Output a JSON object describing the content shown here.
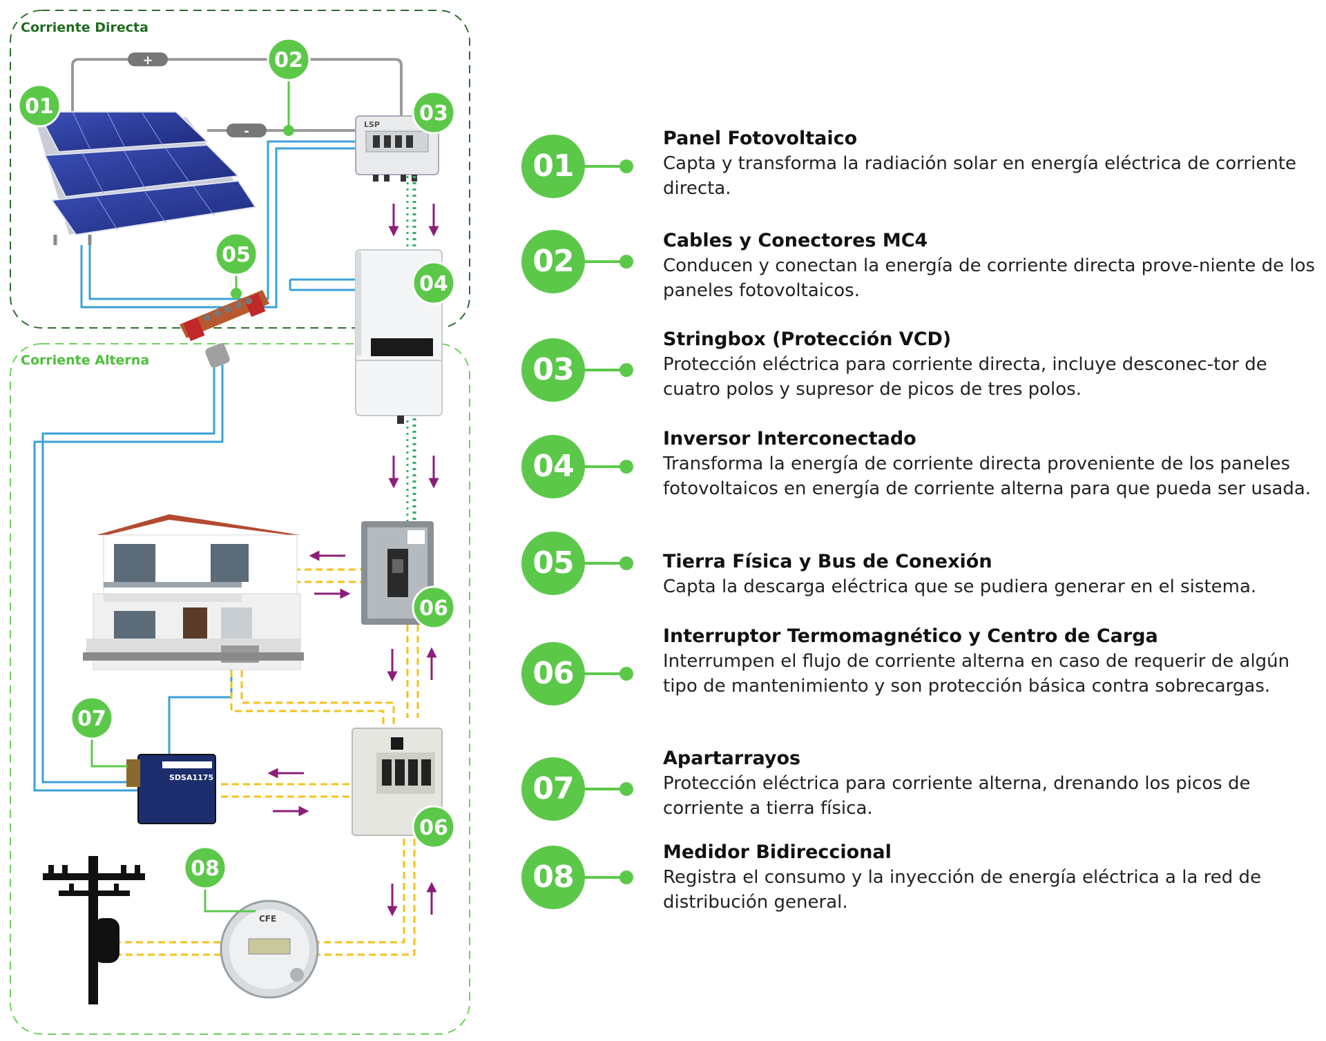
{
  "zones": {
    "dc_label": "Corriente Directa",
    "ac_label": "Corriente Alterna"
  },
  "diagram": {
    "plus_sign": "+",
    "minus_sign": "-",
    "stringbox_brand": "LSP",
    "surge_model": "SDSA1175",
    "meter_brand": "CFE",
    "badges": [
      "01",
      "02",
      "03",
      "04",
      "05",
      "06",
      "07",
      "06",
      "08"
    ]
  },
  "colors": {
    "accent_green": "#5cc84a",
    "dc_border": "#2f6b2f",
    "ac_border": "#6fcf5f",
    "cable_blue": "#3aa0d8",
    "ac_yellow": "#f2c21a",
    "dc_green_dots": "#2fae6a",
    "arrow_purple": "#8b1e7a",
    "wire_gray": "#9a9a9a"
  },
  "items": [
    {
      "num": "01",
      "title": "Panel Fotovoltaico",
      "desc": "Capta y transforma la radiación solar en energía eléctrica de corriente directa."
    },
    {
      "num": "02",
      "title": "Cables y Conectores MC4",
      "desc": "Conducen y conectan la energía de corriente directa prove-niente de los paneles fotovoltaicos."
    },
    {
      "num": "03",
      "title": "Stringbox (Protección VCD)",
      "desc": "Protección eléctrica para corriente directa, incluye desconec-tor de cuatro polos y supresor de picos de tres polos."
    },
    {
      "num": "04",
      "title": "Inversor Interconectado",
      "desc": "Transforma la energía de corriente directa proveniente de los paneles fotovoltaicos en energía de corriente alterna para que pueda ser usada."
    },
    {
      "num": "05",
      "title": "Tierra Física y Bus de Conexión",
      "desc": "Capta la descarga eléctrica que se pudiera generar en el sistema."
    },
    {
      "num": "06",
      "title": "Interruptor Termomagnético y Centro de Carga",
      "desc": "Interrumpen el flujo de corriente alterna en caso de requerir de algún tipo de mantenimiento y son protección básica contra sobrecargas."
    },
    {
      "num": "07",
      "title": "Apartarrayos",
      "desc": "Protección eléctrica para corriente alterna, drenando los picos de corriente a tierra física."
    },
    {
      "num": "08",
      "title": "Medidor Bidireccional",
      "desc": "Registra el consumo y la inyección de energía eléctrica a la red de distribución general."
    }
  ]
}
